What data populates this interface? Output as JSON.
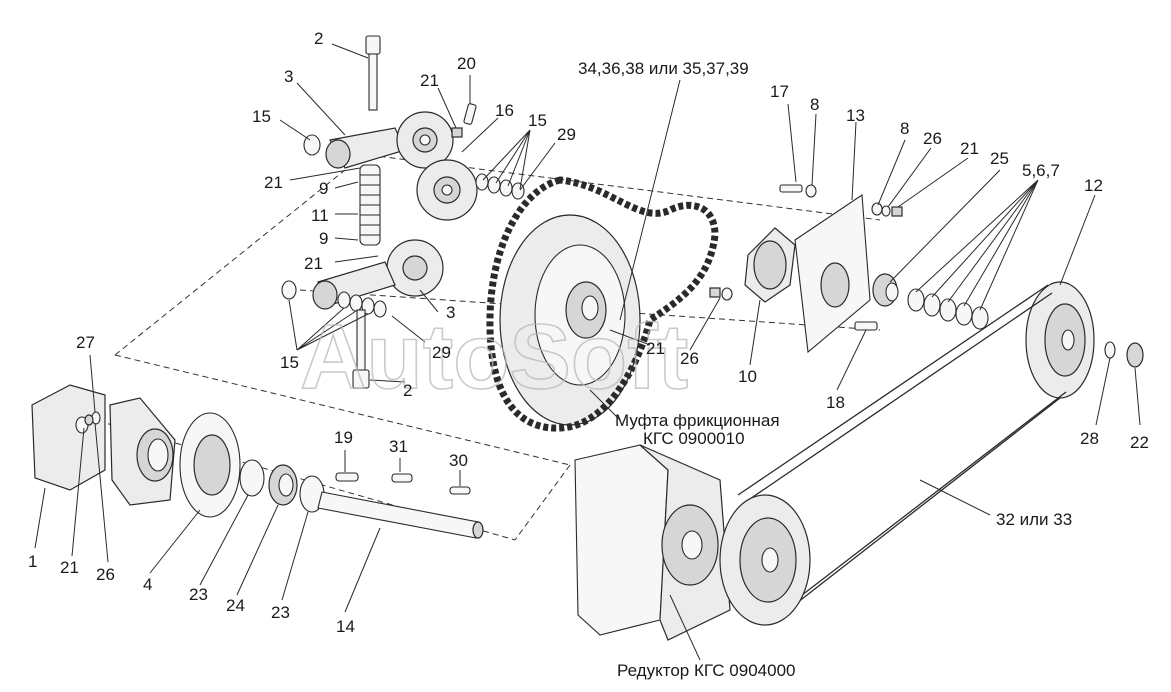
{
  "labels": {
    "l1": "1",
    "l2a": "2",
    "l2b": "2",
    "l3a": "3",
    "l3b": "3",
    "l4": "4",
    "l8a": "8",
    "l8b": "8",
    "l9a": "9",
    "l9b": "9",
    "l10": "10",
    "l11": "11",
    "l12": "12",
    "l13": "13",
    "l14": "14",
    "l15a": "15",
    "l15b": "15",
    "l15c": "15",
    "l16": "16",
    "l17": "17",
    "l18": "18",
    "l19": "19",
    "l20": "20",
    "l21a": "21",
    "l21b": "21",
    "l21c": "21",
    "l21d": "21",
    "l21e": "21",
    "l21f": "21",
    "l22": "22",
    "l23a": "23",
    "l23b": "23",
    "l24": "24",
    "l25": "25",
    "l26a": "26",
    "l26b": "26",
    "l26c": "26",
    "l27": "27",
    "l28": "28",
    "l29a": "29",
    "l29b": "29",
    "l30": "30",
    "l31": "31",
    "l567": "5,6,7",
    "l_chain": "34,36,38 или 35,37,39",
    "l_belt": "32 или 33",
    "l_clutch1": "Муфта фрикционная",
    "l_clutch2": "КГС 0900010",
    "l_reducer": "Редуктор КГС 0904000"
  },
  "watermark": "AutoSoft"
}
